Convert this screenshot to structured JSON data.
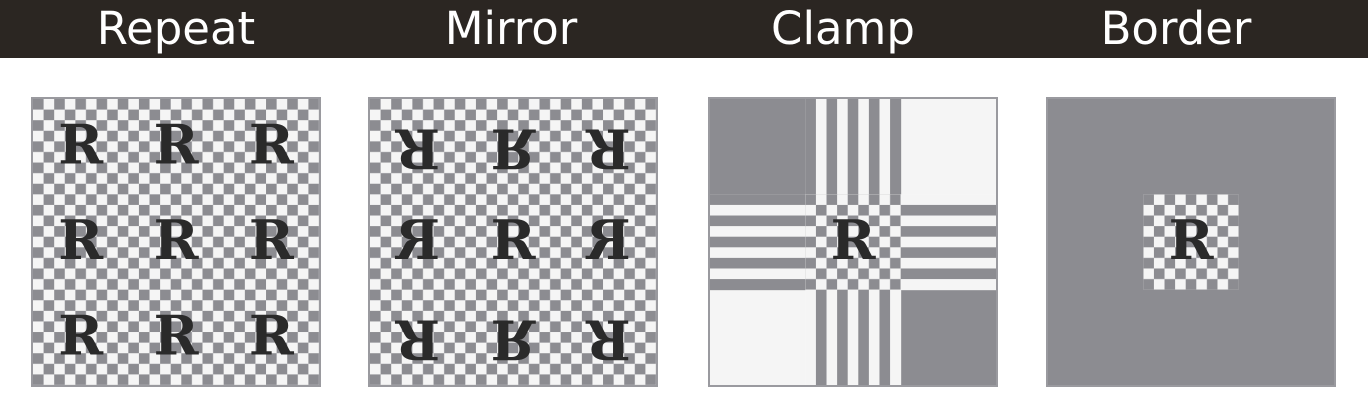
{
  "modes": [
    {
      "id": "repeat",
      "title": "Repeat"
    },
    {
      "id": "mirror",
      "title": "Mirror"
    },
    {
      "id": "clamp",
      "title": "Clamp"
    },
    {
      "id": "border",
      "title": "Border"
    }
  ],
  "glyph": "R",
  "colors": {
    "header_bg": "#2b2622",
    "title_text": "#ffffff",
    "checker_dark": "#8c8c91",
    "checker_light": "#f5f5f5",
    "letter": "#2a2a2a",
    "border_fill": "#8c8c91"
  }
}
